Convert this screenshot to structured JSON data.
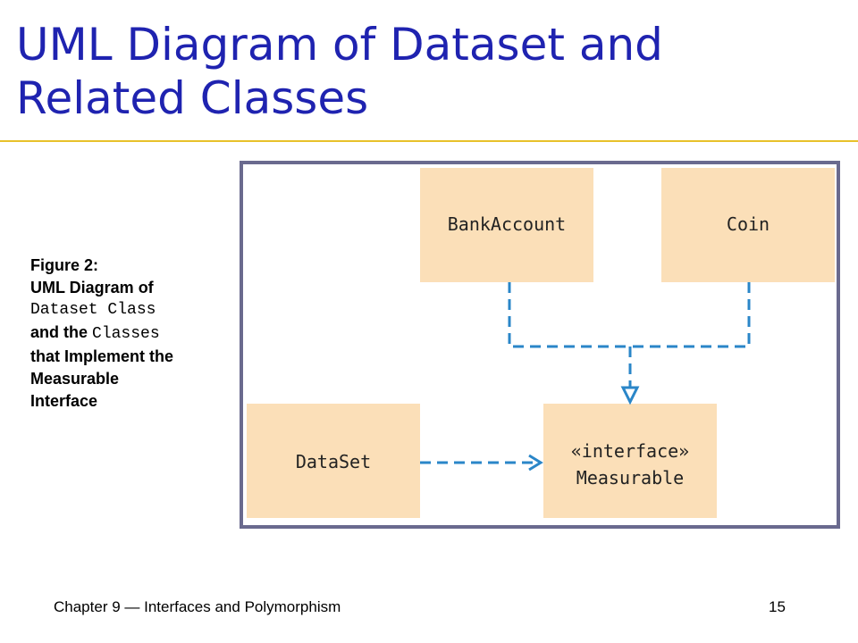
{
  "slide": {
    "title": "UML Diagram of Dataset and Related Classes"
  },
  "caption": {
    "line1": "Figure 2:",
    "line2": "UML Diagram of",
    "line3_code": "Dataset Class",
    "line4_text": "and the ",
    "line4_code": "Classes",
    "line5": "that Implement the",
    "line6": "Measurable",
    "line7": "Interface"
  },
  "diagram": {
    "classes": {
      "bank_account": "BankAccount",
      "coin": "Coin",
      "dataset": "DataSet",
      "measurable_stereotype": "«interface»",
      "measurable_name": "Measurable"
    },
    "colors": {
      "class_fill": "#fbdfb8",
      "arrow": "#2a86c8",
      "frame": "#6a6a8e"
    }
  },
  "footer": {
    "text": "Chapter 9 — Interfaces and Polymorphism",
    "page_number": "15"
  },
  "colors": {
    "title": "#1f23b0",
    "title_rule": "#e8c12a"
  }
}
